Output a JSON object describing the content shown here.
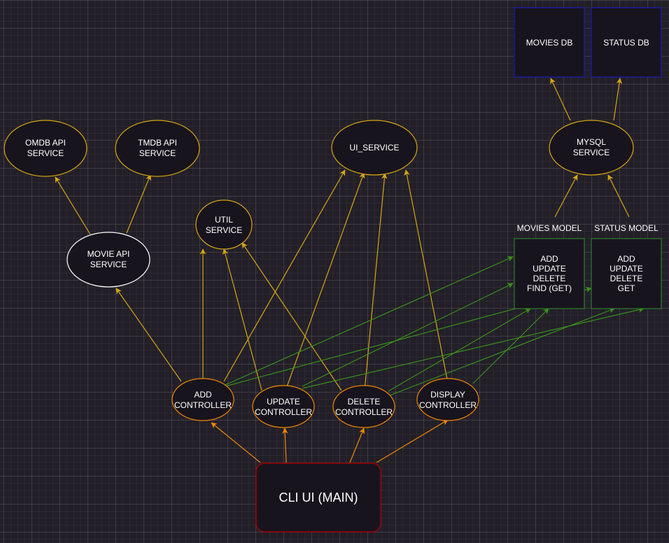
{
  "colors": {
    "background": "#221f28",
    "node_fill": "#18141d",
    "service_stroke": "#d6a514",
    "controller_stroke": "#f08705",
    "db_stroke": "#1a1a9e",
    "model_stroke": "#2d7d2d",
    "main_stroke": "#a00000",
    "movie_api_stroke": "#ffffff",
    "arrow_yellow": "#d6a514",
    "arrow_orange": "#f08705",
    "arrow_green": "#3a8f1c"
  },
  "nodes": {
    "movies_db": {
      "line1": "MOVIES DB"
    },
    "status_db": {
      "line1": "STATUS DB"
    },
    "omdb": {
      "line1": "OMDB API",
      "line2": "SERVICE"
    },
    "tmdb": {
      "line1": "TMDB API",
      "line2": "SERVICE"
    },
    "ui_service": {
      "line1": "UI_SERVICE"
    },
    "mysql": {
      "line1": "MYSQL",
      "line2": "SERVICE"
    },
    "util": {
      "line1": "UTIL",
      "line2": "SERVICE"
    },
    "movie_api": {
      "line1": "MOVIE API",
      "line2": "SERVICE"
    },
    "movies_model": {
      "label": "MOVIES MODEL",
      "line1": "ADD",
      "line2": "UPDATE",
      "line3": "DELETE",
      "line4": "FIND (GET)"
    },
    "status_model": {
      "label": "STATUS MODEL",
      "line1": "ADD",
      "line2": "UPDATE",
      "line3": "DELETE",
      "line4": "GET"
    },
    "add_controller": {
      "line1": "ADD",
      "line2": "CONTROLLER"
    },
    "update_controller": {
      "line1": "UPDATE",
      "line2": "CONTROLLER"
    },
    "delete_controller": {
      "line1": "DELETE",
      "line2": "CONTROLLER"
    },
    "display_controller": {
      "line1": "DISPLAY",
      "line2": "CONTROLLER"
    },
    "cli_main": {
      "line1": "CLI UI (MAIN)"
    }
  }
}
